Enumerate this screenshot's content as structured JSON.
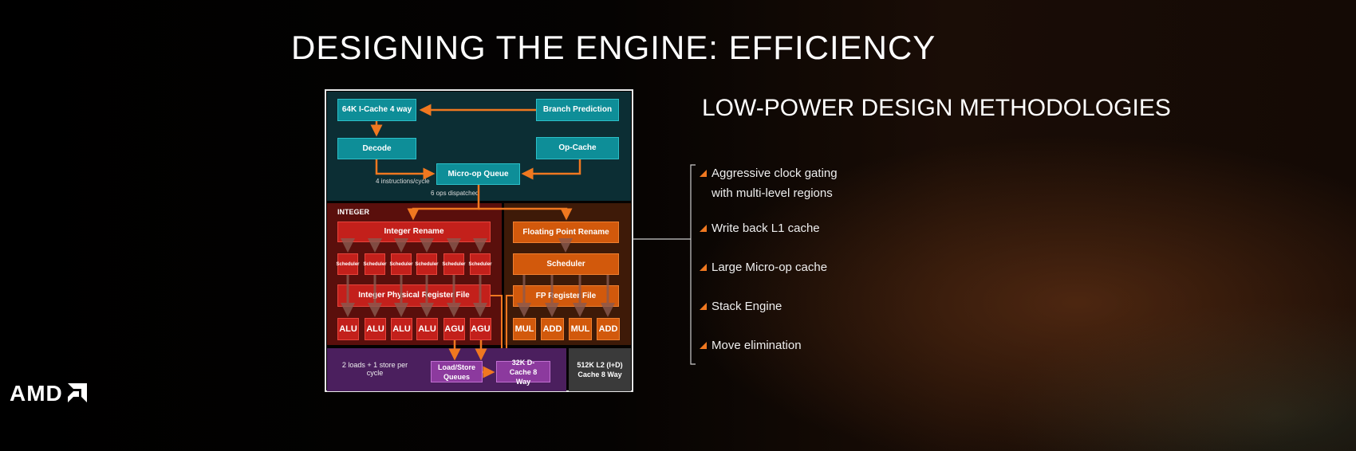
{
  "title": "DESIGNING THE ENGINE: EFFICIENCY",
  "diagram": {
    "frontend": {
      "icache": "64K I-Cache 4 way",
      "branch": "Branch Prediction",
      "decode": "Decode",
      "opcache": "Op-Cache",
      "uopq": "Micro-op Queue",
      "instr_rate": "4 instructions/cycle",
      "dispatch": "6 ops dispatched"
    },
    "integer": {
      "label": "INTEGER",
      "rename": "Integer Rename",
      "scheduler": "Scheduler",
      "prf": "Integer Physical Register File",
      "units": [
        "ALU",
        "ALU",
        "ALU",
        "ALU",
        "AGU",
        "AGU"
      ]
    },
    "fp": {
      "rename": "Floating Point Rename",
      "scheduler": "Scheduler",
      "regfile": "FP Register File",
      "units": [
        "MUL",
        "ADD",
        "MUL",
        "ADD"
      ]
    },
    "memory": {
      "loads": "2 loads + 1 store per cycle",
      "lsq": "Load/Store Queues",
      "dcache": "32K D-Cache 8 Way",
      "l2": "512K L2 (I+D) Cache 8 Way"
    }
  },
  "methodologies": {
    "title": "LOW-POWER DESIGN METHODOLOGIES",
    "items": [
      "Aggressive clock gating with multi-level regions",
      "Write back L1 cache",
      "Large Micro-op cache",
      "Stack Engine",
      "Move elimination"
    ]
  },
  "logo": "AMD",
  "colors": {
    "accent": "#f07820",
    "teal": "#0e8e98",
    "integer": "#c3201b",
    "fp": "#d2590c",
    "memory": "#8c3a9e"
  }
}
